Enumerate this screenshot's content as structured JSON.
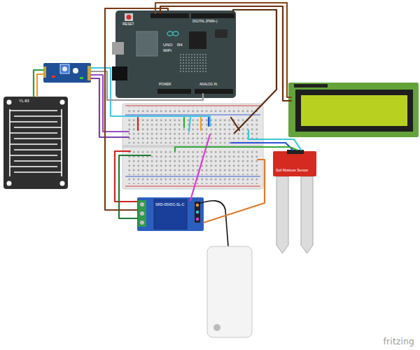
{
  "diagram": {
    "nodes": [
      {
        "text": [
          "RESET",
          "DIGITAL (PWM~)",
          "UNO",
          "R4",
          "WiFi",
          "POWER",
          "ANALOG IN"
        ]
      },
      {
        "text": [
          "YL-83"
        ]
      },
      {
        "text": [
          "Soil Moisture Sensor"
        ]
      },
      {
        "text": [
          "SRD-05VDC-SL-C"
        ]
      }
    ],
    "edges": [
      {
        "from": 0,
        "to": 3,
        "arrow": "none"
      }
    ],
    "labels": [
      "fritzing"
    ]
  }
}
